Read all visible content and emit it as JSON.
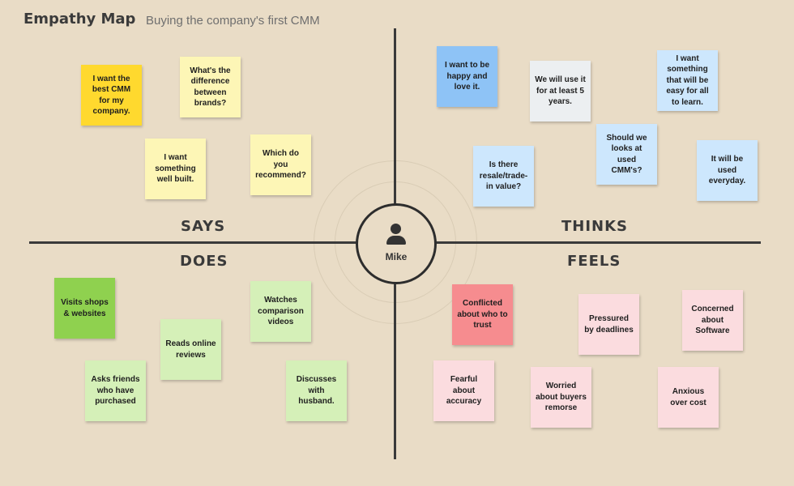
{
  "header": {
    "title": "Empathy Map",
    "subtitle": "Buying the company's first CMM"
  },
  "persona": {
    "name": "Mike",
    "icon": "user-icon"
  },
  "quadrants": {
    "says": "SAYS",
    "thinks": "THINKS",
    "does": "DOES",
    "feels": "FEELS"
  },
  "colors": {
    "background": "#e9dcc6",
    "yellow_bright": "#ffd92e",
    "yellow_pale": "#fdf6b6",
    "blue": "#8ec3f6",
    "blue_pale": "#cde7fd",
    "gray": "#eceff1",
    "green_bright": "#8fd14f",
    "green_pale": "#d5f0b8",
    "red": "#f68c8f",
    "pink_pale": "#fbdcdf"
  },
  "notes": {
    "says": [
      "I want the best CMM for my company.",
      "What's  the difference between brands?",
      "I want something well built.",
      "Which do you recommend?"
    ],
    "thinks": [
      "I want to be happy and love it.",
      "We will  use it for at least 5 years.",
      "I want something that will be easy for all to learn.",
      "Should we looks at used CMM's?",
      "Is there resale/trade-in value?",
      "It will be used everyday."
    ],
    "does": [
      "Visits shops & websites",
      "Watches comparison videos",
      "Reads online reviews",
      "Asks friends who have purchased",
      "Discusses with husband."
    ],
    "feels": [
      "Conflicted about who to trust",
      "Pressured by deadlines",
      "Concerned about Software",
      "Fearful about accuracy",
      "Worried about buyers remorse",
      "Anxious over cost"
    ]
  }
}
